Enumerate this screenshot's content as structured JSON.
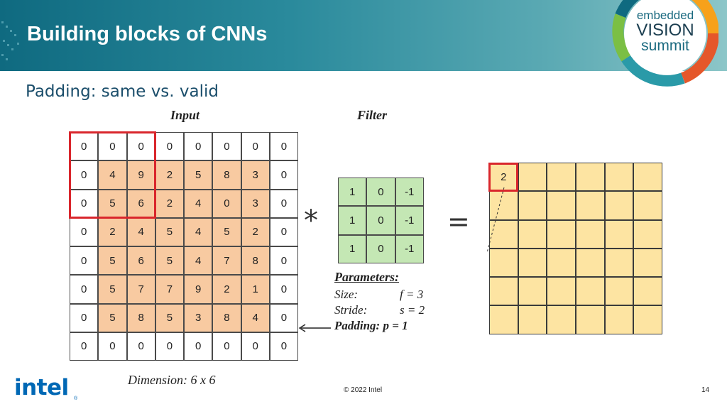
{
  "header": {
    "title": "Building blocks of CNNs",
    "logo": {
      "line1": "embedded",
      "line2": "VISION",
      "line3": "summit"
    }
  },
  "subtitle": "Padding: same vs. valid",
  "input": {
    "label": "Input",
    "rows": [
      [
        "0",
        "0",
        "0",
        "0",
        "0",
        "0",
        "0",
        "0"
      ],
      [
        "0",
        "4",
        "9",
        "2",
        "5",
        "8",
        "3",
        "0"
      ],
      [
        "0",
        "5",
        "6",
        "2",
        "4",
        "0",
        "3",
        "0"
      ],
      [
        "0",
        "2",
        "4",
        "5",
        "4",
        "5",
        "2",
        "0"
      ],
      [
        "0",
        "5",
        "6",
        "5",
        "4",
        "7",
        "8",
        "0"
      ],
      [
        "0",
        "5",
        "7",
        "7",
        "9",
        "2",
        "1",
        "0"
      ],
      [
        "0",
        "5",
        "8",
        "5",
        "3",
        "8",
        "4",
        "0"
      ],
      [
        "0",
        "0",
        "0",
        "0",
        "0",
        "0",
        "0",
        "0"
      ]
    ],
    "dimension_label": "Dimension: 6 x 6"
  },
  "operator_convolve": "*",
  "operator_equals": "=",
  "filter": {
    "label": "Filter",
    "rows": [
      [
        "1",
        "0",
        "-1"
      ],
      [
        "1",
        "0",
        "-1"
      ],
      [
        "1",
        "0",
        "-1"
      ]
    ]
  },
  "parameters": {
    "title": "Parameters:",
    "size_label": "Size:",
    "size_value": "f = 3",
    "stride_label": "Stride:",
    "stride_value": "s = 2",
    "padding_text": "Padding: p = 1"
  },
  "output": {
    "first_value": "2",
    "rows": 6,
    "cols": 6
  },
  "footer": {
    "brand": "intel",
    "brand_mark": "®",
    "copyright": "© 2022 Intel",
    "page_number": "14"
  },
  "colors": {
    "header_accent": "#0f6a80",
    "highlight": "#d9262c",
    "input_fill": "#f8caa1",
    "filter_fill": "#c4e7b4",
    "output_fill": "#fde4a2",
    "brand": "#0068b5"
  }
}
